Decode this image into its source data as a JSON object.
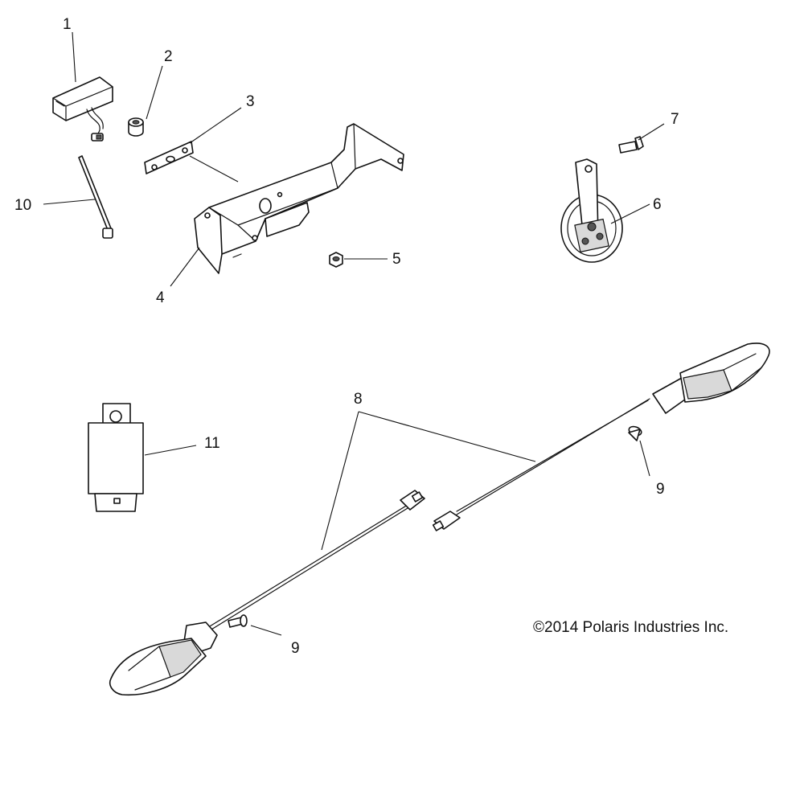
{
  "diagram": {
    "callouts": {
      "c1": "1",
      "c2": "2",
      "c3": "3",
      "c4": "4",
      "c5": "5",
      "c6": "6",
      "c7": "7",
      "c8": "8",
      "c9a": "9",
      "c9b": "9",
      "c10": "10",
      "c11": "11"
    },
    "copyright": "©2014 Polaris Industries Inc."
  }
}
